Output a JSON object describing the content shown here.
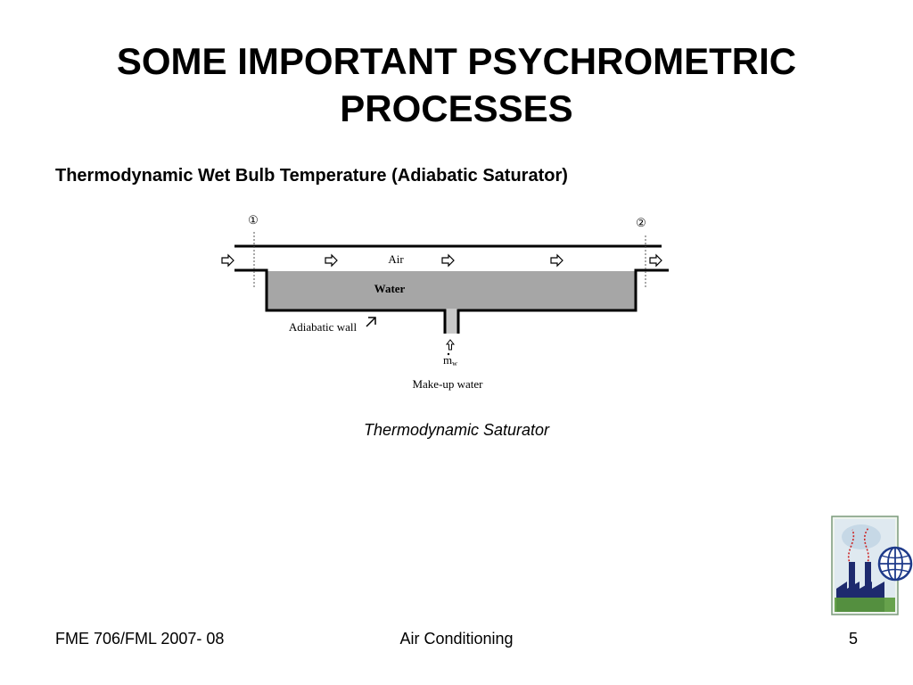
{
  "slide": {
    "title_line1": "SOME IMPORTANT PSYCHROMETRIC",
    "title_line2": "PROCESSES",
    "subtitle": "Thermodynamic Wet Bulb Temperature (Adiabatic Saturator)"
  },
  "diagram": {
    "state1_marker": "①",
    "state2_marker": "②",
    "air_label": "Air",
    "water_label": "Water",
    "wall_label": "Adiabatic wall",
    "mass_flow_symbol": "m",
    "mass_flow_subscript": "w",
    "makeup_label": "Make-up water",
    "caption": "Thermodynamic Saturator",
    "water_color": "#a6a6a6"
  },
  "footer": {
    "course": "FME 706/FML 2007- 08",
    "topic": "Air Conditioning",
    "page": "5"
  }
}
